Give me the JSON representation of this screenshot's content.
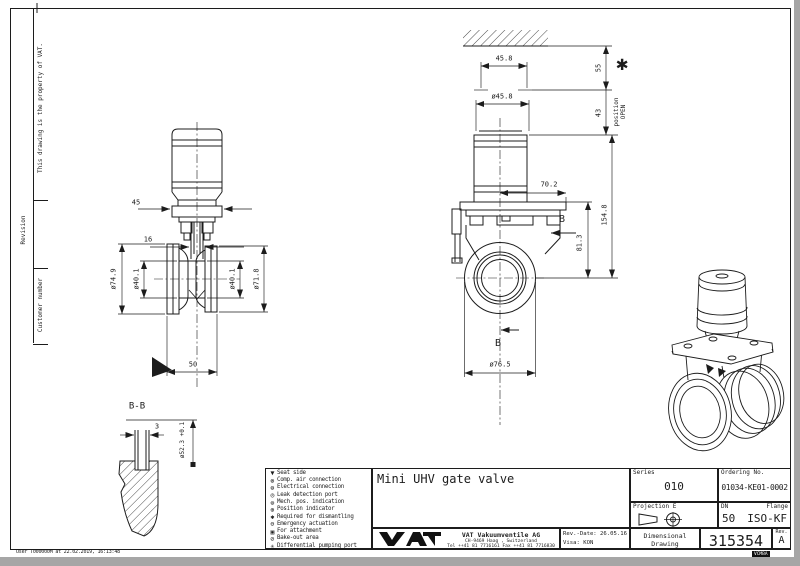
{
  "frame": {
    "property_note": "This drawing is the property of VAT.",
    "revision_label": "Revision",
    "customer_label": "Customer number",
    "footer_note": "User T000000M at 22.02.2019, 16:13:48",
    "corner_code": "VCMBA"
  },
  "legend": {
    "items": [
      {
        "icon": "▼",
        "label": "Seat side"
      },
      {
        "icon": "⊗",
        "label": "Comp. air connection"
      },
      {
        "icon": "⊜",
        "label": "Electrical connection"
      },
      {
        "icon": "◎",
        "label": "Leak detection port"
      },
      {
        "icon": "⊚",
        "label": "Mech. pos. indication"
      },
      {
        "icon": "⊕",
        "label": "Position indicator"
      },
      {
        "icon": "✱",
        "label": "Required for dismantling"
      },
      {
        "icon": "⊖",
        "label": "Emergency actuation"
      },
      {
        "icon": "▣",
        "label": "For attachment"
      },
      {
        "icon": "⊘",
        "label": "Bake-out area"
      },
      {
        "icon": "✳",
        "label": "Differential pumping port"
      }
    ]
  },
  "title_block": {
    "title": "Mini UHV gate valve",
    "series_label": "Series",
    "series_value": "010",
    "ordering_label": "Ordering No.",
    "ordering_value": "01034-KE01-0002",
    "projection_label": "Projection E",
    "dn_label": "DN",
    "dn_value": "50",
    "flange_label": "Flange",
    "flange_value": "ISO-KF",
    "company_name": "VAT Vakuumventile AG",
    "company_address": "CH-9469 Haag , Switzerland",
    "company_phone": "Tel ++41 81 7716161 Fax ++41 81 7716830",
    "logo_text": "VAT",
    "rev_date": "Rev.-Date: 26.05.16",
    "visa": "Visa: KON",
    "doc_type_line1": "Dimensional",
    "doc_type_line2": "Drawing",
    "doc_number": "315354",
    "rev_label": "Rev.",
    "rev_value": "A"
  },
  "views": {
    "front": {
      "dim_45": "45",
      "dim_16": "16",
      "dim_d749": "ø74.9",
      "dim_d401_left": "ø40.1",
      "dim_d401_right": "ø40.1",
      "dim_d718": "ø71.8",
      "dim_50": "50"
    },
    "side": {
      "dim_458": "45.8",
      "dim_d458": "ø45.8",
      "dim_55": "55",
      "dim_43": "43",
      "pos_line1": "position",
      "pos_line2": "OPEN",
      "dismantle_star": "✱",
      "dim_702": "70.2",
      "dim_1548": "154.8",
      "dim_813": "81.3",
      "dim_d765": "ø76.5",
      "section_letter_top": "B",
      "section_letter_bottom": "B"
    },
    "section_bb": {
      "label": "B-B",
      "dim_3": "3",
      "dim_d523": "ø52.3 +0.1"
    }
  }
}
